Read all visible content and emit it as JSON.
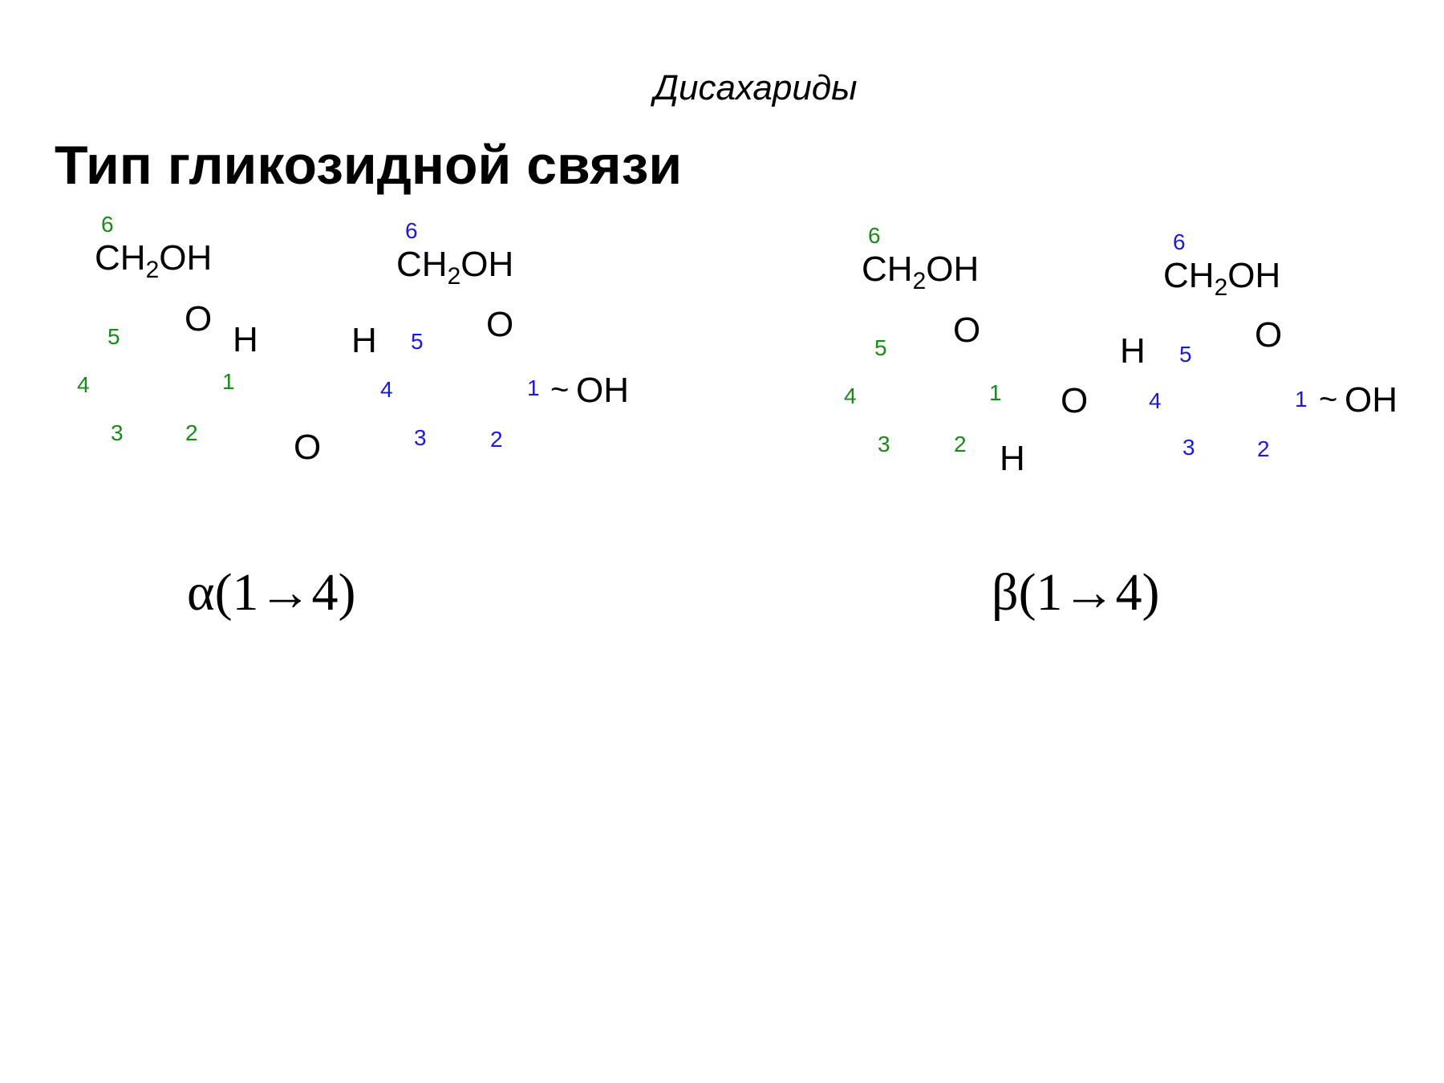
{
  "subtitle": "Дисахариды",
  "title": "Тип гликозидной связи",
  "colors": {
    "green": "#1a8a1a",
    "blue": "#1a1adc"
  },
  "ch2oh": {
    "main": "CH",
    "sub": "2",
    "tail": "OH"
  },
  "atoms": {
    "oxygen": "O",
    "hydrogen": "H",
    "tilde": "~",
    "oh": "OH"
  },
  "ring_numbers": [
    "1",
    "2",
    "3",
    "4",
    "5",
    "6"
  ],
  "alpha": {
    "linkage": "α(1→4)"
  },
  "beta": {
    "linkage": "β(1→4)"
  }
}
